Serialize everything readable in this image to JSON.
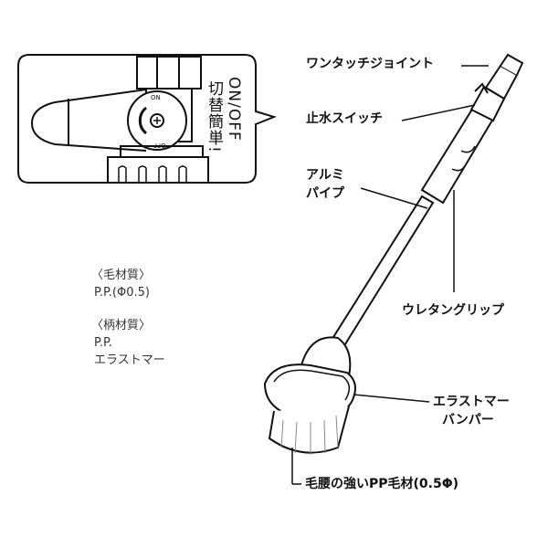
{
  "inset": {
    "callout_line1": "ON/OFF",
    "callout_line2": "切替簡単!",
    "dial_on": "ON",
    "dial_off": "OFF"
  },
  "labels": {
    "joint": "ワンタッチジョイント",
    "stop_switch": "止水スイッチ",
    "pipe_line1": "アルミ",
    "pipe_line2": "パイプ",
    "grip": "ウレタングリップ",
    "bumper_line1": "エラストマー",
    "bumper_line2": "バンパー",
    "bristle": "毛腰の強いPP毛材(0.5Φ)"
  },
  "materials": {
    "bristle_heading": "〈毛材質〉",
    "bristle_value": "P.P.(Φ0.5)",
    "handle_heading": "〈柄材質〉",
    "handle_value1": "P.P.",
    "handle_value2": "エラストマー"
  }
}
